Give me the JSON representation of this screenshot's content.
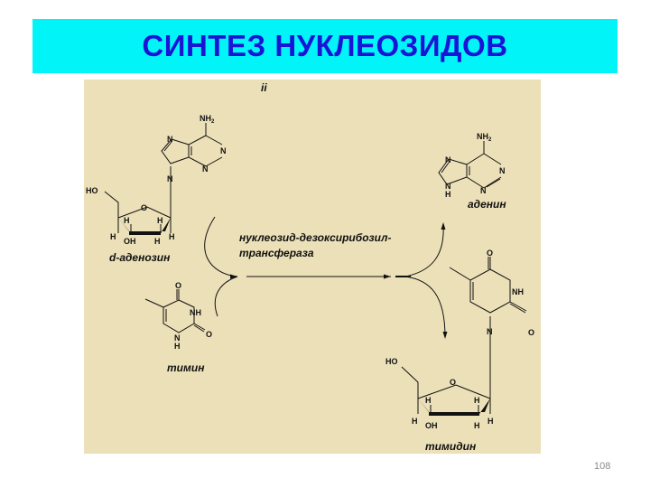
{
  "slide": {
    "title": "СИНТЕЗ НУКЛЕОЗИДОВ",
    "page_number": "108",
    "colors": {
      "title_bg": "#00f4f8",
      "title_text": "#1a14d6",
      "figure_bg": "#ece0b8"
    }
  },
  "diagram": {
    "panel_label": "ii",
    "enzyme": {
      "line1": "нуклеозид-дезоксирибозил-",
      "line2": "трансфераза"
    },
    "reactants": [
      {
        "name": "d-аденозин",
        "atoms": {
          "nh2": "NH",
          "nh2_sub": "2",
          "n1": "N",
          "n3": "N",
          "n7": "N",
          "n9": "N",
          "ho": "HO",
          "o": "O",
          "h1": "H",
          "h2": "H",
          "h3": "H",
          "h4": "H",
          "h5": "H",
          "oh": "OH"
        }
      },
      {
        "name": "тимин",
        "atoms": {
          "o1": "O",
          "nh": "NH",
          "o2": "O",
          "n": "N",
          "h": "H"
        }
      }
    ],
    "products": [
      {
        "name": "аденин",
        "atoms": {
          "nh2": "NH",
          "nh2_sub": "2",
          "n1": "N",
          "n3": "N",
          "n7": "N",
          "n9": "N",
          "h": "H"
        }
      },
      {
        "name": "тимидин",
        "atoms": {
          "o1": "O",
          "nh": "NH",
          "o2": "O",
          "n": "N",
          "ho": "HO",
          "o": "O",
          "h1": "H",
          "h2": "H",
          "h3": "H",
          "h4": "H",
          "h5": "H",
          "oh": "OH"
        }
      }
    ]
  }
}
